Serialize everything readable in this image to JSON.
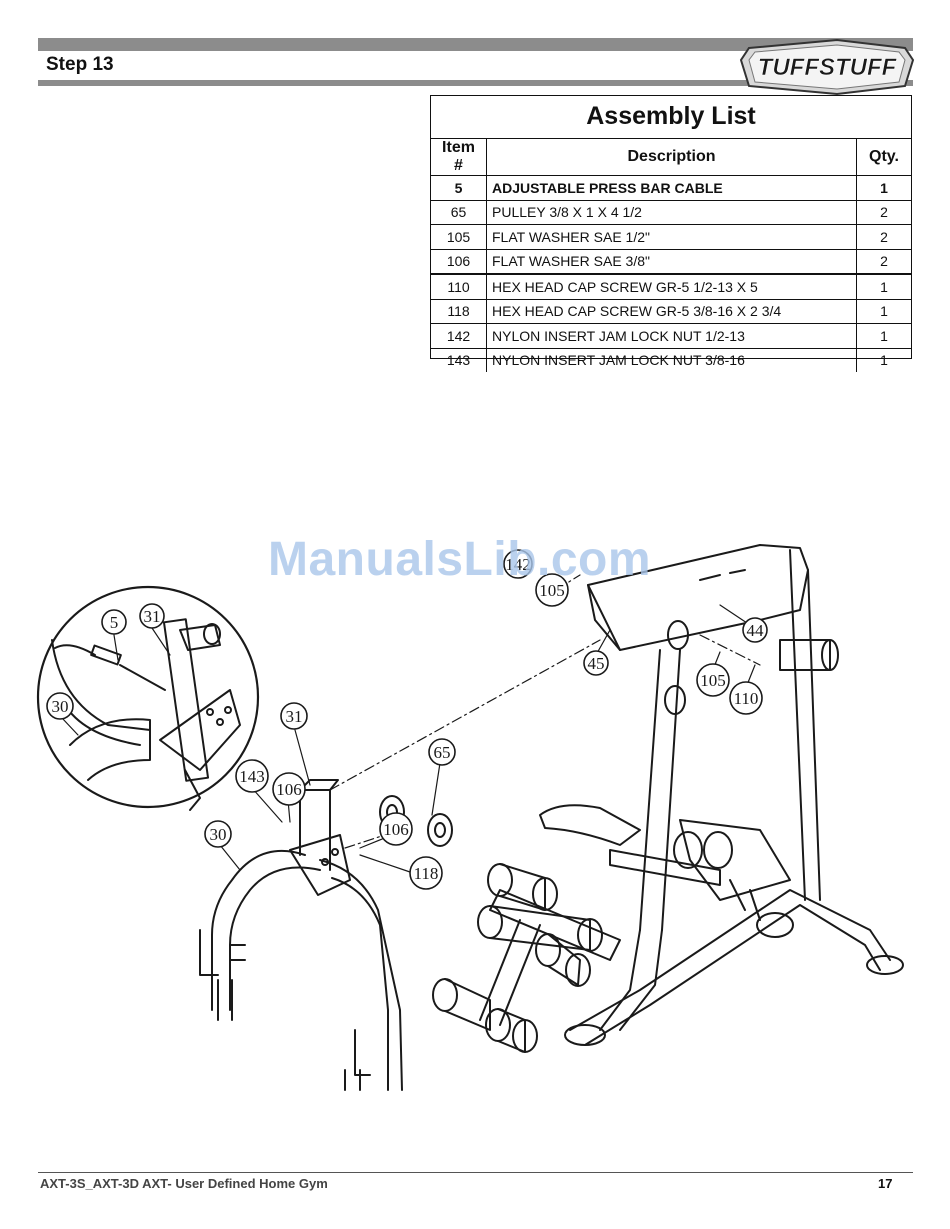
{
  "header": {
    "step_title": "Step 13",
    "logo_text": "TUFFSTUFF"
  },
  "assembly": {
    "title": "Assembly List",
    "columns": [
      "Item #",
      "Description",
      "Qty."
    ],
    "rows": [
      {
        "item": "5",
        "desc": "ADJUSTABLE PRESS BAR CABLE",
        "qty": "1"
      },
      {
        "item": "65",
        "desc": "PULLEY 3/8 X 1 X 4 1/2",
        "qty": "2"
      },
      {
        "item": "105",
        "desc": "FLAT WASHER SAE 1/2\"",
        "qty": "2"
      },
      {
        "item": "106",
        "desc": "FLAT WASHER SAE 3/8\"",
        "qty": "2"
      },
      {
        "item": "110",
        "desc": "HEX HEAD CAP SCREW GR-5 1/2-13 X 5",
        "qty": "1"
      },
      {
        "item": "118",
        "desc": "HEX HEAD CAP SCREW GR-5 3/8-16 X 2 3/4",
        "qty": "1"
      },
      {
        "item": "142",
        "desc": "NYLON INSERT JAM LOCK NUT 1/2-13",
        "qty": "1"
      },
      {
        "item": "143",
        "desc": "NYLON INSERT JAM LOCK NUT 3/8-16",
        "qty": "1"
      }
    ]
  },
  "watermark": "ManualsLib.com",
  "callouts": {
    "c5": "5",
    "c31a": "31",
    "c30a": "30",
    "c142": "142",
    "c105a": "105",
    "c45": "45",
    "c44": "44",
    "c105b": "105",
    "c110": "110",
    "c31b": "31",
    "c65": "65",
    "c143": "143",
    "c106a": "106",
    "c106b": "106",
    "c30b": "30",
    "c118": "118"
  },
  "footer": {
    "left": "AXT-3S_AXT-3D   AXT- User Defined Home Gym",
    "page": "17"
  }
}
